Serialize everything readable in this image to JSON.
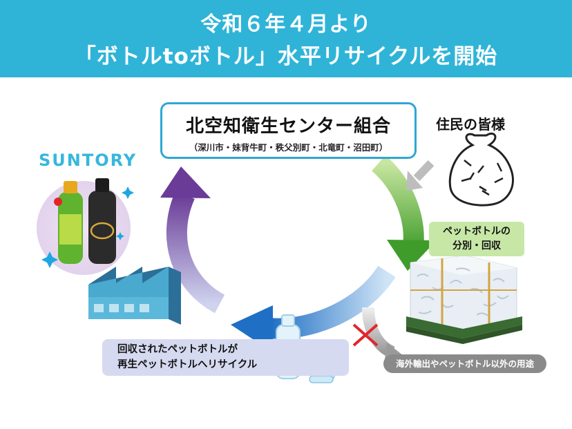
{
  "header": {
    "line1": "令和６年４月より",
    "line2": "「ボトルtoボトル」水平リサイクルを開始"
  },
  "organization": {
    "name": "北空知衛生センター組合",
    "members": "（深川市・妹背牛町・秩父別町・北竜町・沼田町）"
  },
  "residents_label": "住民の皆様",
  "brand_logo": "SUNTORY",
  "collection_label": {
    "line1": "ペットボトルの",
    "line2": "分別・回収"
  },
  "recycle_label": {
    "line1": "回収されたペットボトルが",
    "line2": "再生ペットボトルへリサイクル"
  },
  "excluded_label": "海外輸出やペットボトル以外の用途",
  "colors": {
    "header_bg": "#2fb4d8",
    "org_border": "#2fa6d3",
    "arrow_green": "#6ab42d",
    "arrow_blue": "#2a78c8",
    "arrow_purple": "#7b3f9a",
    "cross_red": "#e2252b"
  },
  "icons": [
    "garbage-bag-icon",
    "bottle-bale-icon",
    "factory-icon",
    "drink-bottles-icon",
    "pet-bottle-icon",
    "preform-icon",
    "cross-mark-icon"
  ]
}
